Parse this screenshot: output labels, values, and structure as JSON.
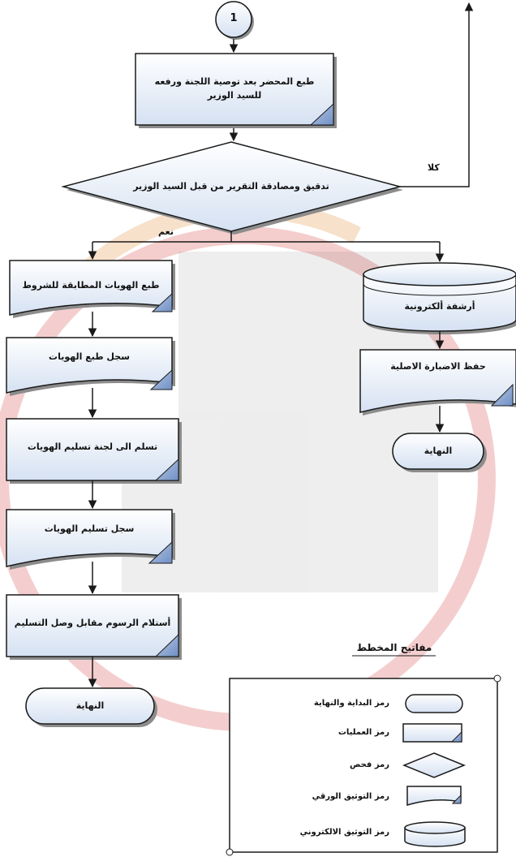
{
  "connector": {
    "label": "1"
  },
  "steps": {
    "print_minutes": [
      "طبع المحضر بعد توصية اللجنة ورفعه",
      "للسيد الوزير"
    ],
    "decision": "تدقيق ومصادقة التقرير من قبل السيد الوزير",
    "no_label": "كلا",
    "yes_label": "نعم",
    "print_ids": "طبع الهويات المطابقة للشروط",
    "register_print": "سجل طبع الهويات",
    "handover_committee": "تسلم الى لجنة تسليم الهويات",
    "register_handover": "سجل تسليم الهويات",
    "receive_fees": "أستلام الرسوم مقابل وصل التسليم",
    "end_left": "النهاية",
    "e_archive": "أرشفة ألكترونية",
    "keep_originals": "حفظ  الاضبارة الاصلية",
    "end_right": "النهاية"
  },
  "legend": {
    "title": "مفاتيح المخطط",
    "items": {
      "terminal": "رمز البداية والنهاية",
      "process": "رمز العمليات",
      "decision": "رمز فحص",
      "document": "رمز التوثيق الورقي",
      "storage": "رمز التوثيق الالكتروني"
    }
  },
  "colors": {
    "shape_fill": "#dfe8f5",
    "outline": "#1a1a1a",
    "shadow": "#8c8c8c",
    "watermark": "#cf1f1f"
  }
}
